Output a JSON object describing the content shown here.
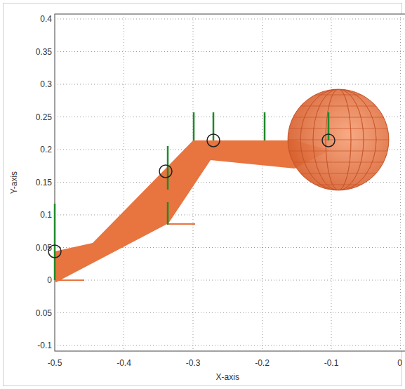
{
  "diagram": {
    "labels": [
      "0.4",
      "0.35",
      "0.3",
      "0.25",
      "0.2",
      "0.15",
      "0.1",
      "0.05",
      "0",
      "0.05",
      "-0.1",
      "-0.5",
      "-0.4",
      "-0.3",
      "-0.2",
      "-0.1",
      "0",
      "X-axis",
      "Y-axis"
    ]
  }
}
